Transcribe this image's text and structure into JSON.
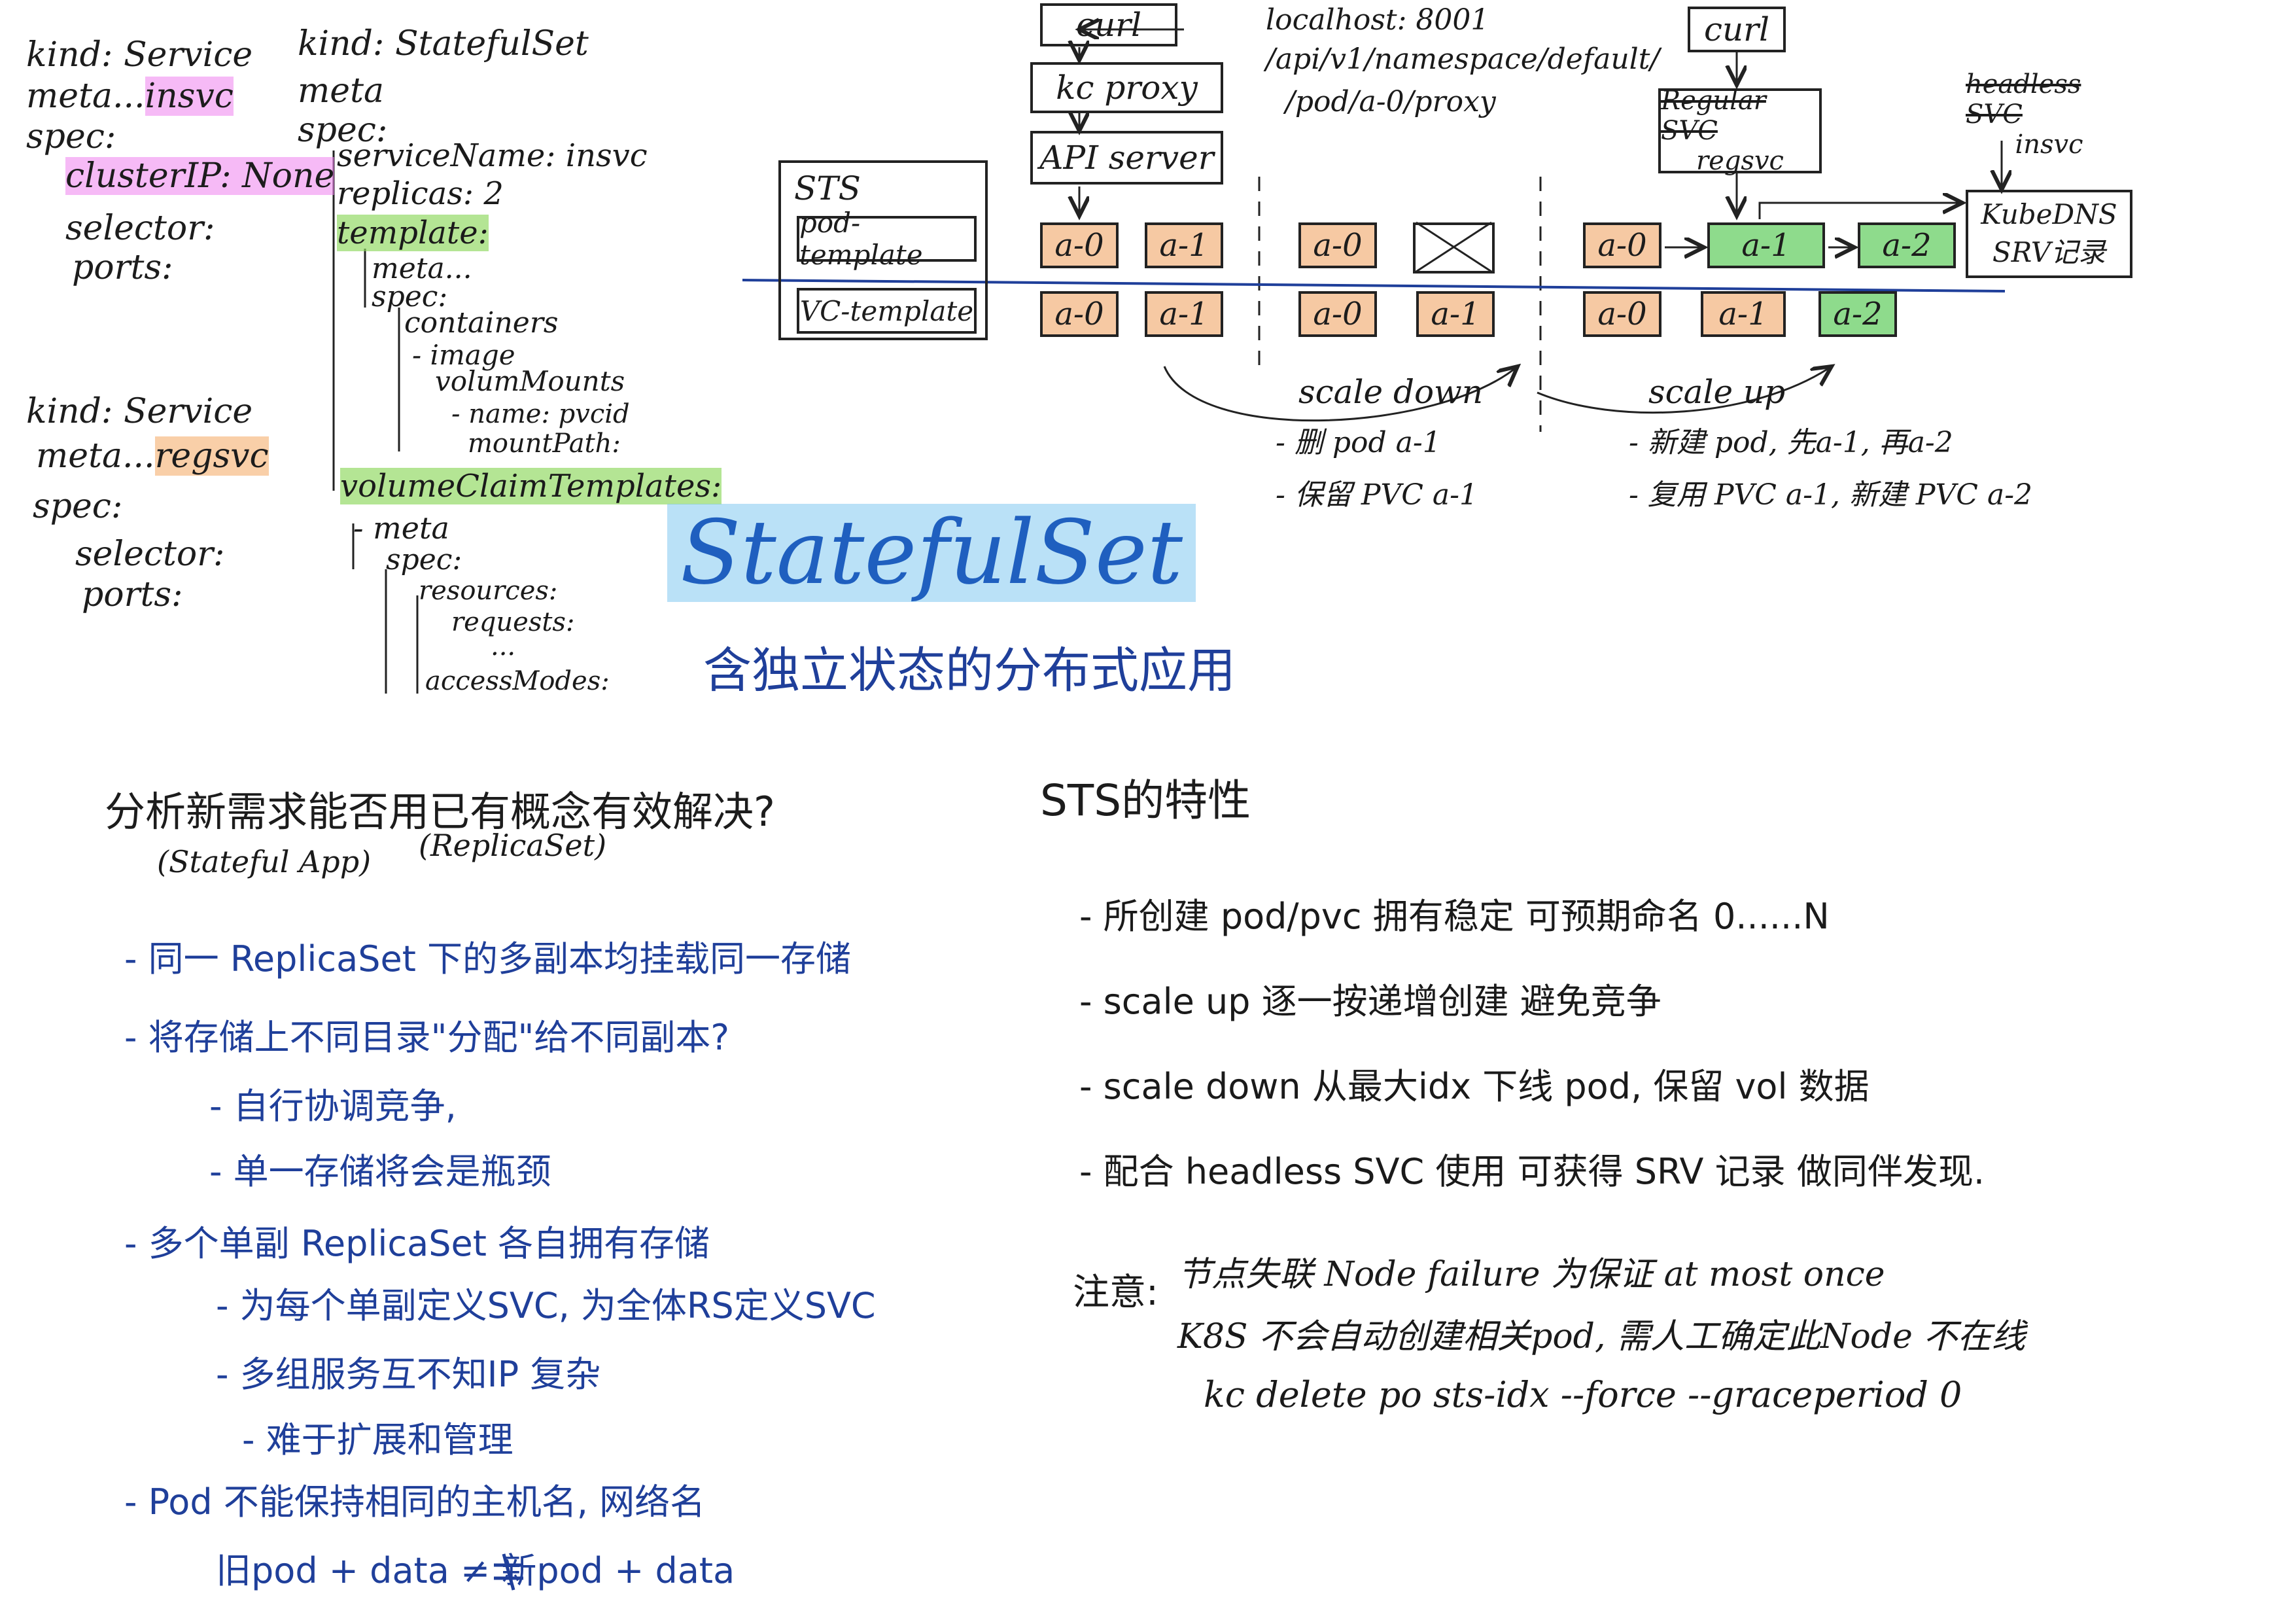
{
  "yaml_insvc": {
    "kind": "kind: Service",
    "meta_prefix": "meta...",
    "meta_name": "insvc",
    "spec": "spec:",
    "clusterip": "clusterIP: None",
    "selector": "selector:",
    "ports": "ports:"
  },
  "yaml_regsvc": {
    "kind": "kind: Service",
    "meta_prefix": "meta...",
    "meta_name": "regsvc",
    "spec": "spec:",
    "selector": "selector:",
    "ports": "ports:"
  },
  "yaml_sts": {
    "kind": "kind: StatefulSet",
    "meta": "meta",
    "spec": "spec:",
    "service_name": "serviceName: insvc",
    "replicas": "replicas: 2",
    "template": "template:",
    "t_meta": "meta...",
    "t_spec": "spec:",
    "containers": "containers",
    "image": "- image",
    "volume_mounts": "volumMounts",
    "vm_name": "- name: pvcid",
    "mount_path": "mountPath:",
    "vct": "volumeClaimTemplates:",
    "v_meta": "- meta",
    "v_spec": "spec:",
    "resources": "resources:",
    "requests": "requests:",
    "dots": "...",
    "access_modes": "accessModes:"
  },
  "diagram": {
    "curl_left": "curl",
    "kc_proxy": "kc proxy",
    "api_server": "API server",
    "proxy_url_1": "localhost: 8001",
    "proxy_url_2": "/api/v1/namespace/default/",
    "proxy_url_3": "/pod/a-0/proxy",
    "sts": "STS",
    "pod_template": "pod-template",
    "vc_template": "VC-template",
    "pod_a0": "a-0",
    "pod_a1": "a-1",
    "pod_a2": "a-2",
    "curl_right": "curl",
    "regular_svc": "Regular SVC",
    "regsvc": "regsvc",
    "headless_svc": "headless SVC",
    "insvc": "insvc",
    "kubedns": "KubeDNS",
    "srv_record": "SRV记录",
    "scale_down": "scale down",
    "scale_down_1": "- 删 pod a-1",
    "scale_down_2": "- 保留 PVC a-1",
    "scale_up": "scale up",
    "scale_up_1": "- 新建 pod, 先a-1, 再a-2",
    "scale_up_2": "- 复用 PVC a-1, 新建 PVC a-2"
  },
  "title": {
    "main": "StatefulSet",
    "subtitle": "含独立状态的分布式应用"
  },
  "analysis": {
    "question": "分析新需求能否用已有概念有效解决?",
    "note_left": "(Stateful App)",
    "note_right": "(ReplicaSet)",
    "items": [
      "- 同一 ReplicaSet 下的多副本均挂载同一存储",
      "- 将存储上不同目录\"分配\"给不同副本?",
      "  - 自行协调竞争,",
      "  - 单一存储将会是瓶颈",
      "- 多个单副 ReplicaSet 各自拥有存储",
      "  - 为每个单副定义SVC, 为全体RS定义SVC",
      "  - 多组服务互不知IP 复杂",
      "  - 难于扩展和管理",
      "- Pod 不能保持相同的主机名, 网络名",
      "   旧pod + data ≠ 新pod + data"
    ]
  },
  "features": {
    "heading": "STS的特性",
    "items": [
      "- 所创建 pod/pvc 拥有稳定 可预期命名 0......N",
      "- scale up 逐一按递增创建 避免竞争",
      "- scale down 从最大idx 下线 pod, 保留 vol 数据",
      "- 配合 headless SVC 使用 可获得 SRV 记录 做同伴发现."
    ],
    "note_label": "注意:",
    "note_1": "节点失联 Node failure 为保证 at most once",
    "note_2": "K8S 不会自动创建相关pod, 需人工确定此Node 不在线",
    "note_3": "kc delete po sts-idx --force --graceperiod 0"
  }
}
